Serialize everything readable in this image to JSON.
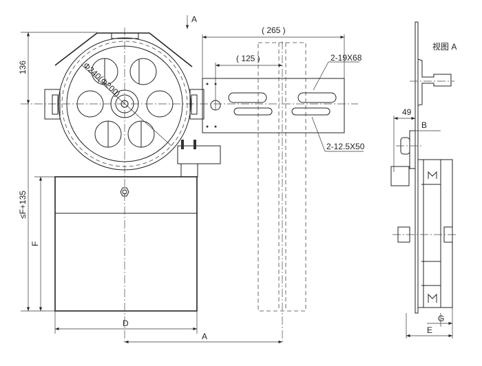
{
  "labels": {
    "view_arrow": "A",
    "dim_265": "( 265 )",
    "dim_125": "( 125 )",
    "dim_136": "136",
    "dim_diameter": "Φ240(Φ200)",
    "slot_upper": "2-19X68",
    "slot_lower": "2-12.5X50",
    "view_title": "视图 A",
    "dim_49": "49",
    "dim_B": "B",
    "dim_F135": "≤F+135",
    "dim_F": "F",
    "dim_D": "D",
    "dim_A": "A",
    "dim_G": "G",
    "dim_E": "E"
  }
}
